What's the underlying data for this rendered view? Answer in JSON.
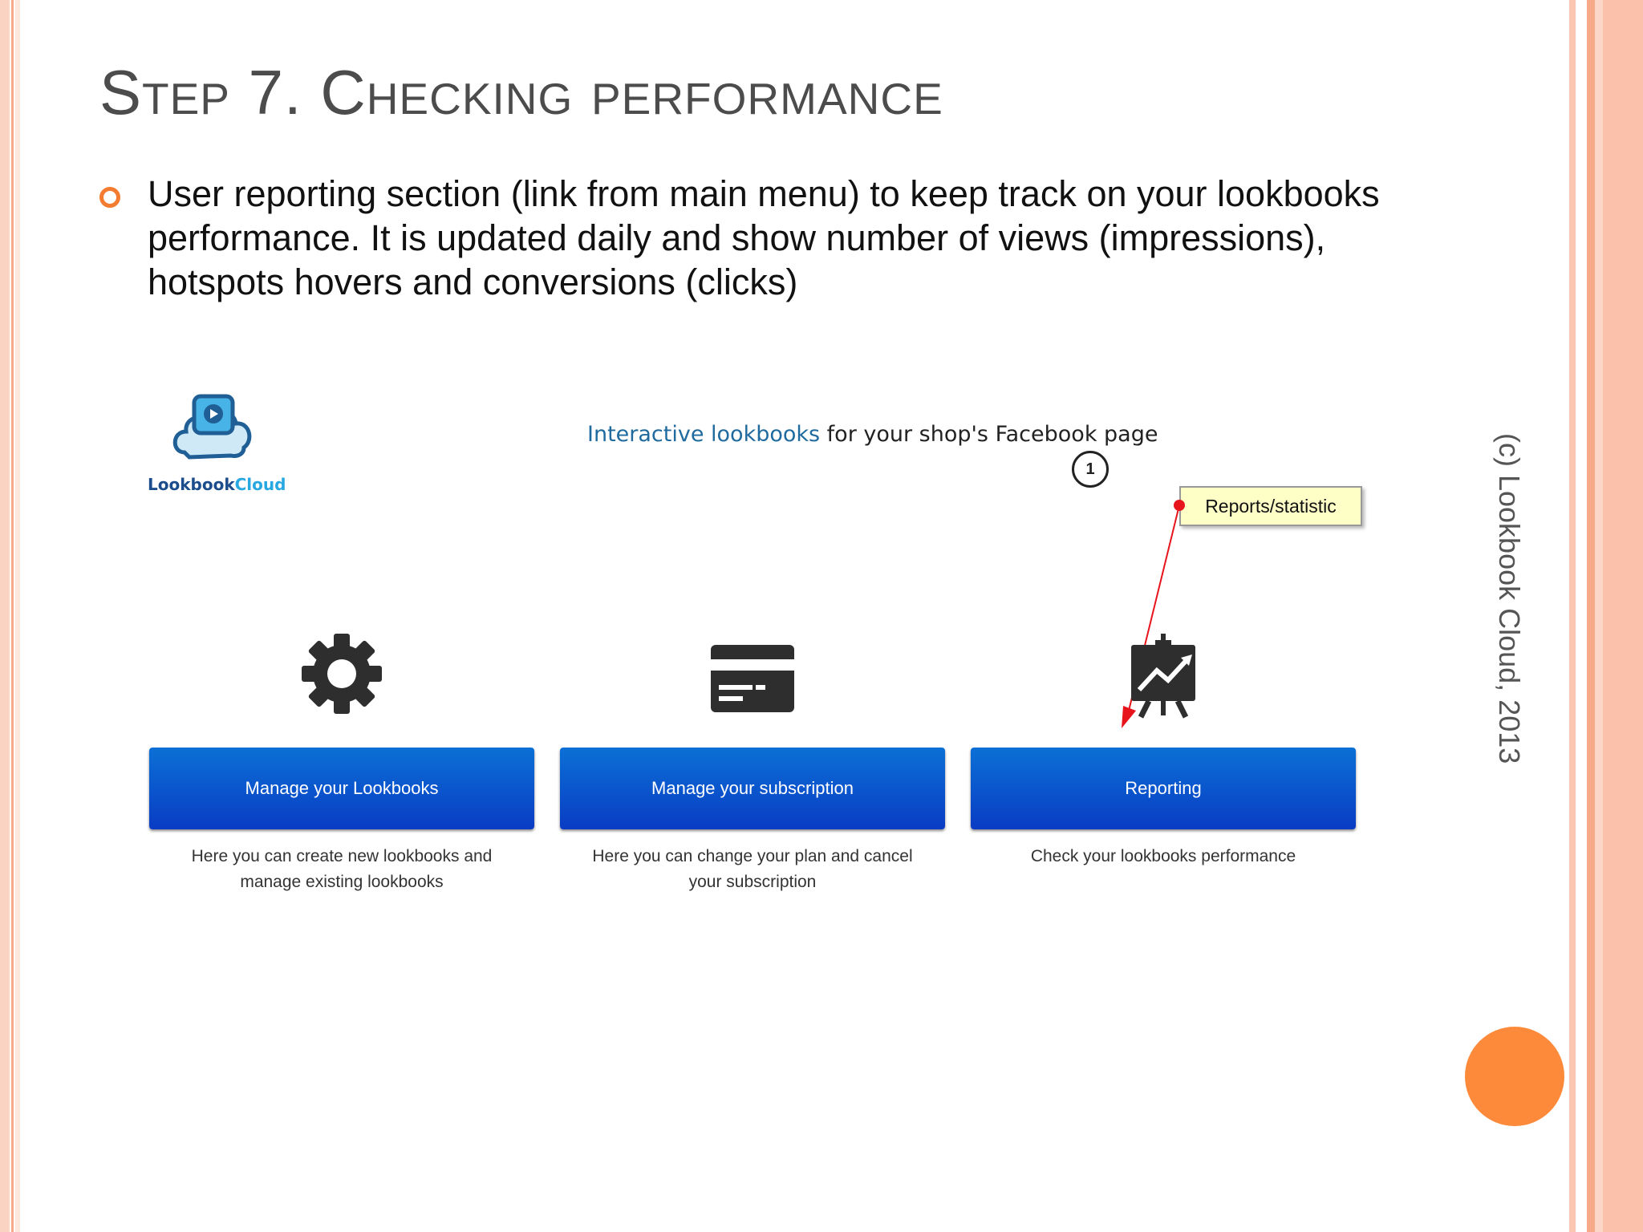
{
  "slide": {
    "title": "Step 7. Checking performance",
    "bullet": "User reporting section (link from main menu) to keep track on your lookbooks performance. It is updated daily and show number of views (impressions), hotspots hovers and conversions (clicks)",
    "watermark": "(c) Lookbook Cloud, 2013"
  },
  "screenshot": {
    "logo": {
      "part1": "Lookbook",
      "part2": "Cloud"
    },
    "tagline": {
      "highlight": "Interactive lookbooks",
      "rest": " for your shop's Facebook page"
    },
    "step_number": "1",
    "callout": "Reports/statistic",
    "cards": [
      {
        "icon": "gear-icon",
        "button": "Manage your Lookbooks",
        "description": "Here you can create new lookbooks and manage existing lookbooks"
      },
      {
        "icon": "credit-card-icon",
        "button": "Manage your subscription",
        "description": "Here you can change your plan and cancel your subscription"
      },
      {
        "icon": "chart-presentation-icon",
        "button": "Reporting",
        "description": "Check your lookbooks performance"
      }
    ]
  },
  "colors": {
    "accent": "#fd8a3a",
    "button": "#0a56cf",
    "arrow": "#e8141c"
  }
}
